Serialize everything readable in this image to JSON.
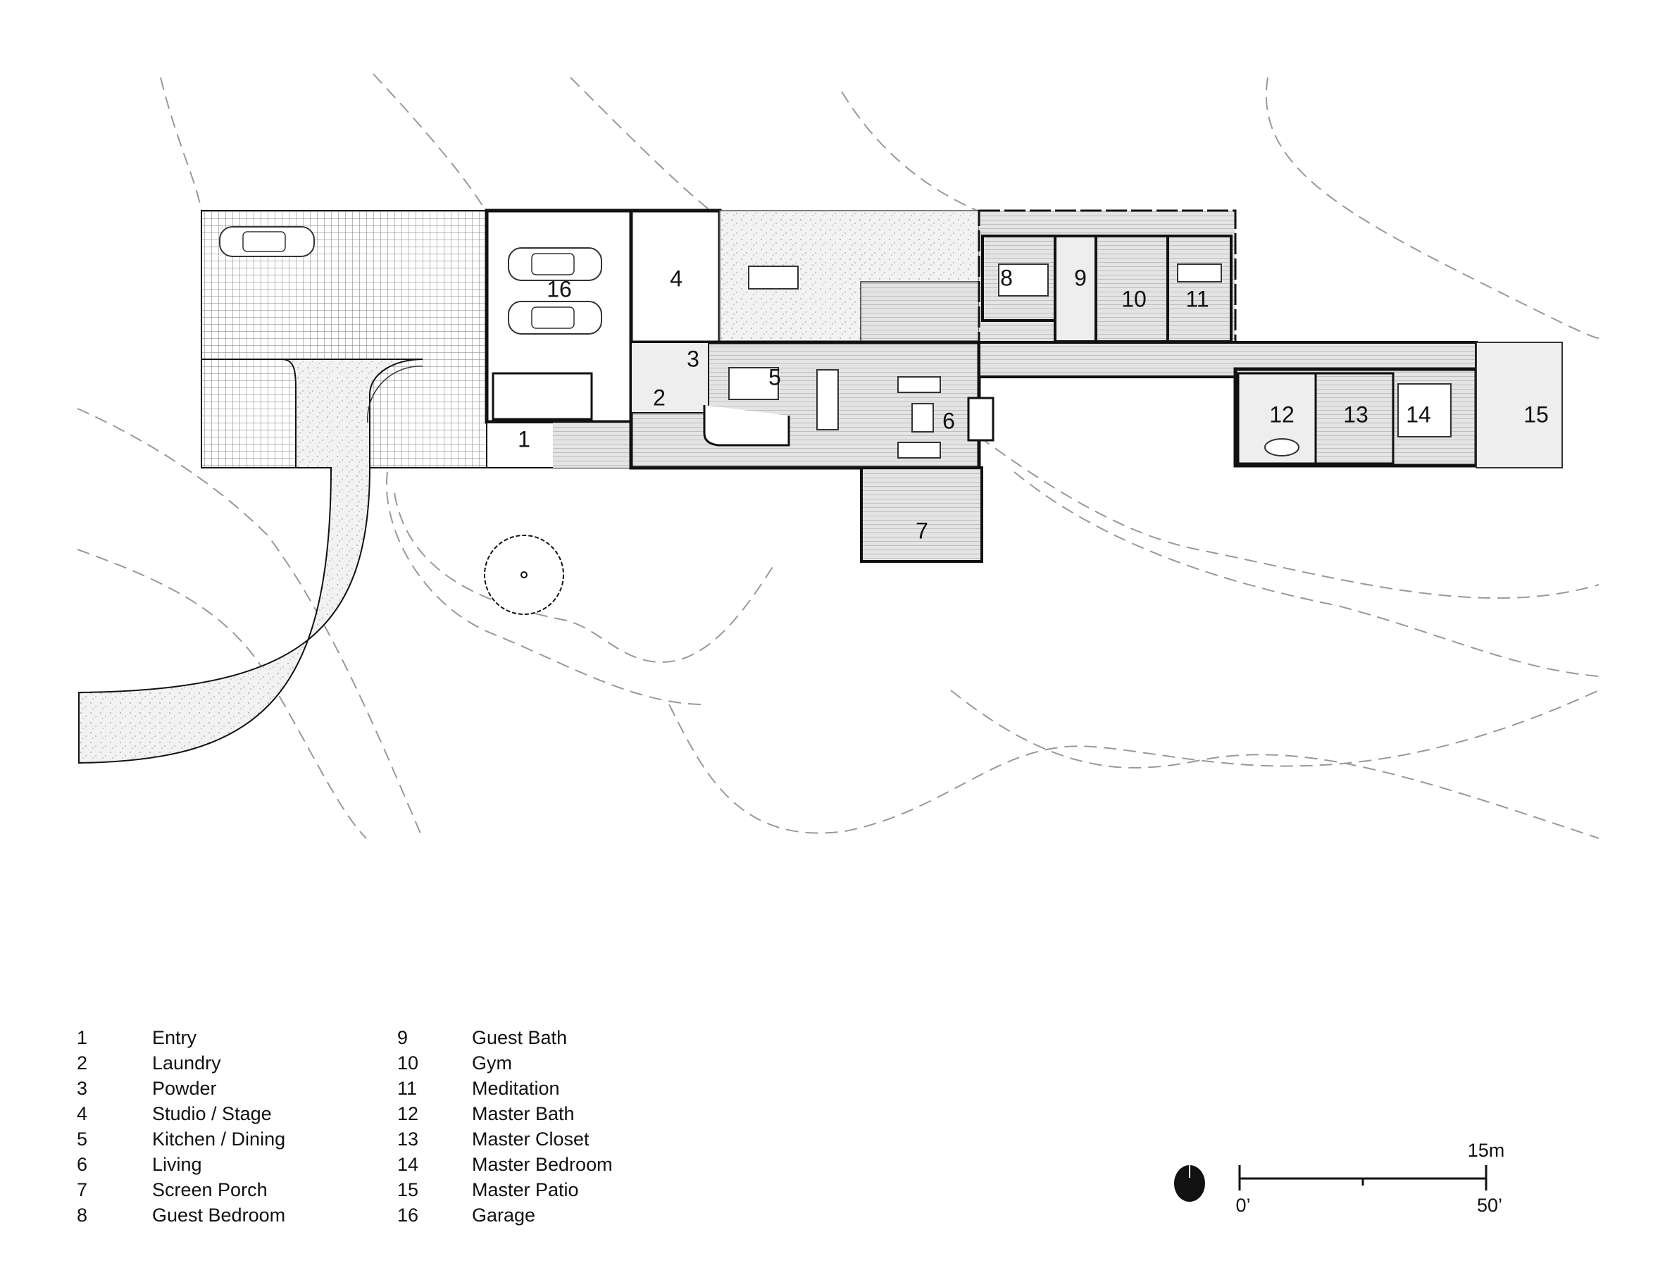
{
  "rooms": [
    {
      "num": "1",
      "name": "Entry"
    },
    {
      "num": "2",
      "name": "Laundry"
    },
    {
      "num": "3",
      "name": "Powder"
    },
    {
      "num": "4",
      "name": "Studio / Stage"
    },
    {
      "num": "5",
      "name": "Kitchen / Dining"
    },
    {
      "num": "6",
      "name": "Living"
    },
    {
      "num": "7",
      "name": "Screen Porch"
    },
    {
      "num": "8",
      "name": "Guest Bedroom"
    },
    {
      "num": "9",
      "name": "Guest Bath"
    },
    {
      "num": "10",
      "name": "Gym"
    },
    {
      "num": "11",
      "name": "Meditation"
    },
    {
      "num": "12",
      "name": "Master Bath"
    },
    {
      "num": "13",
      "name": "Master Closet"
    },
    {
      "num": "14",
      "name": "Master Bedroom"
    },
    {
      "num": "15",
      "name": "Master Patio"
    },
    {
      "num": "16",
      "name": "Garage"
    }
  ],
  "scale": {
    "start": "0’",
    "end": "50’",
    "metric": "15m"
  },
  "colors": {
    "ink": "#111111",
    "floor": "#d9d9d9",
    "contour": "#999999"
  }
}
